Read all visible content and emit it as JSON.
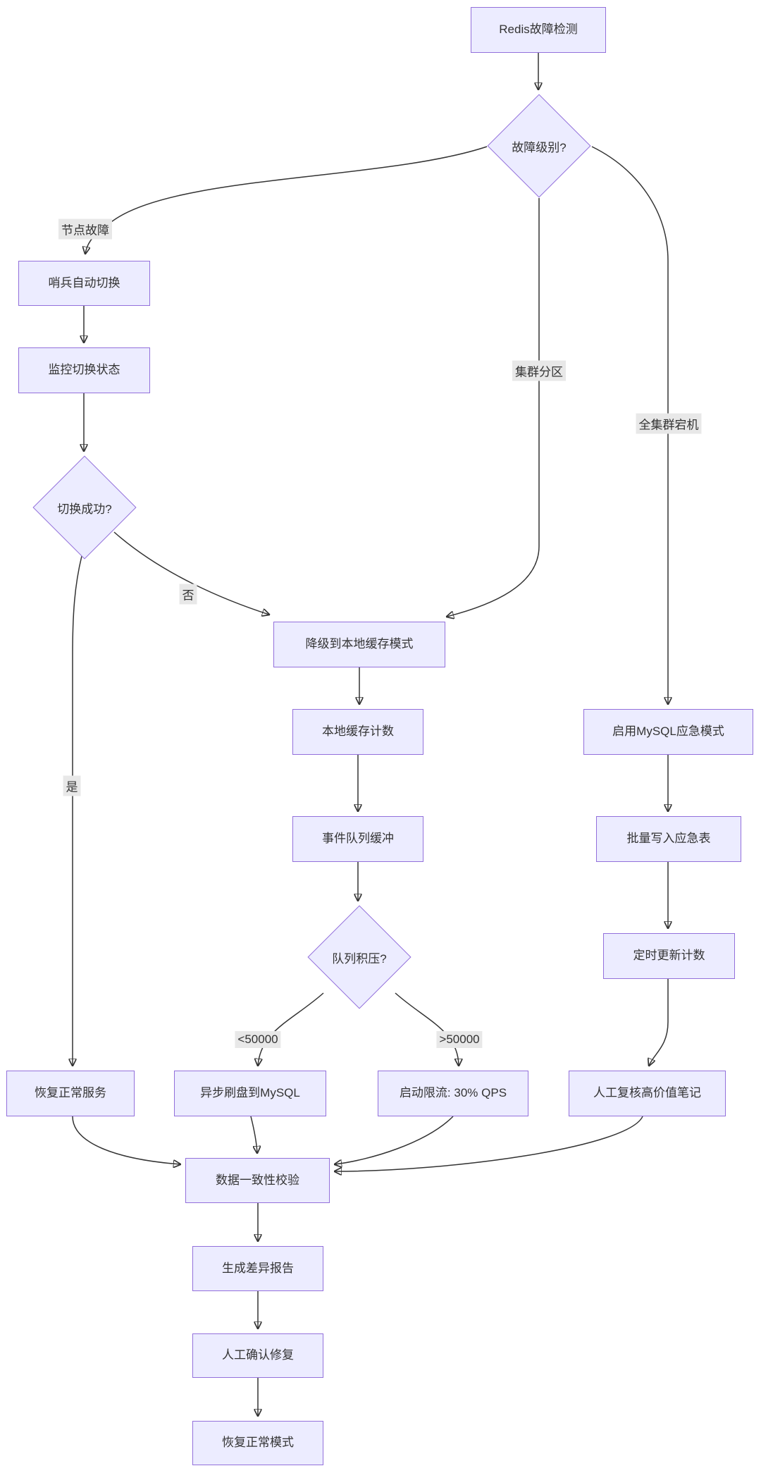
{
  "diagram": {
    "kind": "flowchart",
    "direction": "top-down",
    "topic": "Redis故障检测"
  },
  "colors": {
    "node_fill": "#ECECFF",
    "node_border": "#9370DB",
    "edge": "#333333",
    "text": "#333333",
    "edge_label_bg": "#e8e8e8",
    "background": "#ffffff"
  },
  "nodes": {
    "redis_detect": {
      "label": "Redis故障检测",
      "shape": "rect"
    },
    "fault_level": {
      "label": "故障级别?",
      "shape": "diamond"
    },
    "sentinel_switch": {
      "label": "哨兵自动切换",
      "shape": "rect"
    },
    "monitor_status": {
      "label": "监控切换状态",
      "shape": "rect"
    },
    "switch_success": {
      "label": "切换成功?",
      "shape": "diamond"
    },
    "degrade_local": {
      "label": "降级到本地缓存模式",
      "shape": "rect"
    },
    "local_cache_count": {
      "label": "本地缓存计数",
      "shape": "rect"
    },
    "event_queue": {
      "label": "事件队列缓冲",
      "shape": "rect"
    },
    "queue_backlog": {
      "label": "队列积压?",
      "shape": "diamond"
    },
    "async_flush": {
      "label": "异步刷盘到MySQL",
      "shape": "rect"
    },
    "rate_limit": {
      "label": "启动限流: 30% QPS",
      "shape": "rect"
    },
    "restore_service": {
      "label": "恢复正常服务",
      "shape": "rect"
    },
    "mysql_emergency": {
      "label": "启用MySQL应急模式",
      "shape": "rect"
    },
    "batch_write": {
      "label": "批量写入应急表",
      "shape": "rect"
    },
    "timed_update": {
      "label": "定时更新计数",
      "shape": "rect"
    },
    "manual_review": {
      "label": "人工复核高价值笔记",
      "shape": "rect"
    },
    "consistency_check": {
      "label": "数据一致性校验",
      "shape": "rect"
    },
    "diff_report": {
      "label": "生成差异报告",
      "shape": "rect"
    },
    "manual_confirm": {
      "label": "人工确认修复",
      "shape": "rect"
    },
    "restore_mode": {
      "label": "恢复正常模式",
      "shape": "rect"
    }
  },
  "edge_labels": {
    "node_fault": "节点故障",
    "cluster_partition": "集群分区",
    "full_cluster_down": "全集群宕机",
    "no": "否",
    "yes": "是",
    "lt_threshold": "<50000",
    "gt_threshold": ">50000"
  },
  "edges": [
    {
      "from": "redis_detect",
      "to": "fault_level",
      "label": ""
    },
    {
      "from": "fault_level",
      "to": "sentinel_switch",
      "label": "节点故障"
    },
    {
      "from": "fault_level",
      "to": "degrade_local",
      "label": "集群分区"
    },
    {
      "from": "fault_level",
      "to": "mysql_emergency",
      "label": "全集群宕机"
    },
    {
      "from": "sentinel_switch",
      "to": "monitor_status",
      "label": ""
    },
    {
      "from": "monitor_status",
      "to": "switch_success",
      "label": ""
    },
    {
      "from": "switch_success",
      "to": "restore_service",
      "label": "是"
    },
    {
      "from": "switch_success",
      "to": "degrade_local",
      "label": "否"
    },
    {
      "from": "degrade_local",
      "to": "local_cache_count",
      "label": ""
    },
    {
      "from": "local_cache_count",
      "to": "event_queue",
      "label": ""
    },
    {
      "from": "event_queue",
      "to": "queue_backlog",
      "label": ""
    },
    {
      "from": "queue_backlog",
      "to": "async_flush",
      "label": "<50000"
    },
    {
      "from": "queue_backlog",
      "to": "rate_limit",
      "label": ">50000"
    },
    {
      "from": "mysql_emergency",
      "to": "batch_write",
      "label": ""
    },
    {
      "from": "batch_write",
      "to": "timed_update",
      "label": ""
    },
    {
      "from": "timed_update",
      "to": "manual_review",
      "label": ""
    },
    {
      "from": "restore_service",
      "to": "consistency_check",
      "label": ""
    },
    {
      "from": "async_flush",
      "to": "consistency_check",
      "label": ""
    },
    {
      "from": "rate_limit",
      "to": "consistency_check",
      "label": ""
    },
    {
      "from": "manual_review",
      "to": "consistency_check",
      "label": ""
    },
    {
      "from": "consistency_check",
      "to": "diff_report",
      "label": ""
    },
    {
      "from": "diff_report",
      "to": "manual_confirm",
      "label": ""
    },
    {
      "from": "manual_confirm",
      "to": "restore_mode",
      "label": ""
    }
  ]
}
